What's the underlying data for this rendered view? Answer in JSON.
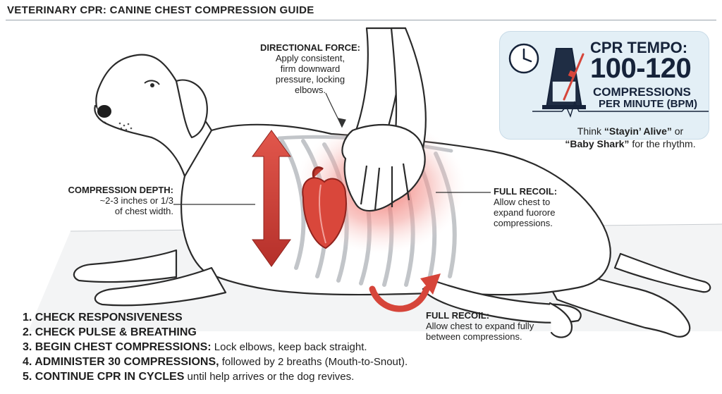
{
  "title": "VETERINARY CPR: CANINE CHEST COMPRESSION GUIDE",
  "callouts": {
    "directional": {
      "heading": "DIRECTIONAL FORCE:",
      "lines": [
        "Apply consistent,",
        "firm downward",
        "pressure, locking",
        "elbows."
      ]
    },
    "depth": {
      "heading": "COMPRESSION DEPTH:",
      "lines": [
        "~2-3 inches or 1/3",
        "of chest width."
      ]
    },
    "recoil_right": {
      "heading": "FULL RECOIL:",
      "lines": [
        "Allow chest to",
        "expand fuorore",
        "compressions."
      ]
    },
    "recoil_bottom": {
      "heading": "FULL RECOIL:",
      "lines": [
        "Allow chest to expand fully",
        "between compressions."
      ]
    }
  },
  "tempo": {
    "title": "CPR TEMPO:",
    "rate": "100-120",
    "unit_line1": "COMPRESSIONS",
    "unit_line2": "PER MINUTE (BPM)",
    "think_prefix": "Think ",
    "song1": "“Stayin’ Alive”",
    "or_word": " or",
    "song2": "“Baby Shark”",
    "think_suffix": " for the rhythm.",
    "icons": [
      "clock-icon",
      "metronome-icon",
      "heartbeat-line-icon"
    ]
  },
  "steps": [
    {
      "bold": "1. CHECK RESPONSIVENESS",
      "rest": ""
    },
    {
      "bold": "2. CHECK PULSE & BREATHING",
      "rest": ""
    },
    {
      "bold": "3. BEGIN CHEST COMPRESSIONS:",
      "rest": " Lock elbows, keep back straight."
    },
    {
      "bold": "4. ADMINISTER 30 COMPRESSIONS,",
      "rest": " followed by 2 breaths (Mouth-to-Snout)."
    },
    {
      "bold": "5. CONTINUE CPR IN CYCLES",
      "rest": " until help arrives or the dog revives."
    }
  ],
  "colors": {
    "arrow_red": "#d6453a",
    "heart_red": "#d9473b",
    "glow": "#f08a86",
    "panel": "#e3eff6",
    "navy": "#16233a"
  }
}
